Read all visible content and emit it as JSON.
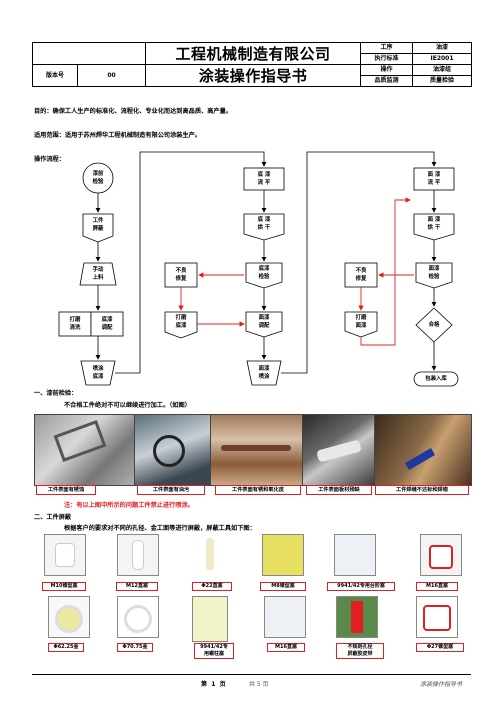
{
  "header": {
    "company": "工程机械制造有限公司",
    "doc_title": "涂装操作指导书",
    "version_label": "版本号",
    "version_value": "00",
    "process_label": "工序",
    "process_value": "油漆",
    "standard_label": "执行标准",
    "standard_value": "IE2001",
    "operation_label": "操作",
    "operation_value": "油漆组",
    "qc_label": "品质监测",
    "qc_value": "质量检验"
  },
  "purpose": "目的：确保工人生产的标准化、流程化、专业化而达到高品质、高产量。",
  "scope": "适用范围：适用于苏州焊华工程机械制造有限公司涂装生产。",
  "flow_title": "操作流程：",
  "flow": {
    "n1": "漆前\n检验",
    "n2": "工件\n屏蔽",
    "n3": "手动\n上料",
    "n4a": "打磨\n清洗",
    "n4b": "底漆\n调配",
    "n5": "喷涂\n底漆",
    "n6": "底 漆\n流 平",
    "n7": "底 漆\n烘 干",
    "n8": "底漆\n检验",
    "n9": "面漆\n调配",
    "n10": "面漆\n喷涂",
    "r1": "不良\n修复",
    "r2": "打磨\n底漆",
    "n11": "面 漆\n流 平",
    "n12": "面 漆\n烘 干",
    "n13": "面漆\n检验",
    "r3": "不良\n修复",
    "r4": "打磨\n面漆",
    "ok": "合格",
    "pack": "包装入库"
  },
  "section1": {
    "title": "一、漆前检验：",
    "desc": "不合格工件绝对不可以继续进行加工。（如图）",
    "captions": [
      "工件表面有锈蚀",
      "工件表面有油污",
      "工件表面有锈和氧化皮",
      "工件表面板材残缺",
      "工件焊缝不达标和焊错"
    ],
    "note": "注：有以上图中所示的问题工件禁止进行喷涂。"
  },
  "section2": {
    "title": "二、工件屏蔽",
    "desc": "根据客户的要求对不同的孔径、金工面等进行屏蔽，屏蔽工具如下图：",
    "row1": [
      "M10锥型塞",
      "M12直塞",
      "Φ22直塞",
      "M8锥型塞",
      "9941/42专用台阶塞",
      "M16直塞"
    ],
    "row2": [
      "Φ62.25金",
      "Φ70.75金",
      "9941/42专\n用螺柱塞",
      "M16直塞",
      "不规则孔径\n屏蔽胶皮带",
      "Φ27锥型塞"
    ]
  },
  "footer": {
    "page_prefix": "第",
    "page_num": "1",
    "page_mid": "页",
    "page_total": "共 5 页",
    "doc_name": "涂装操作指导书"
  },
  "colors": {
    "arrow_red": "#e02020",
    "caption_border": "#e02020"
  }
}
